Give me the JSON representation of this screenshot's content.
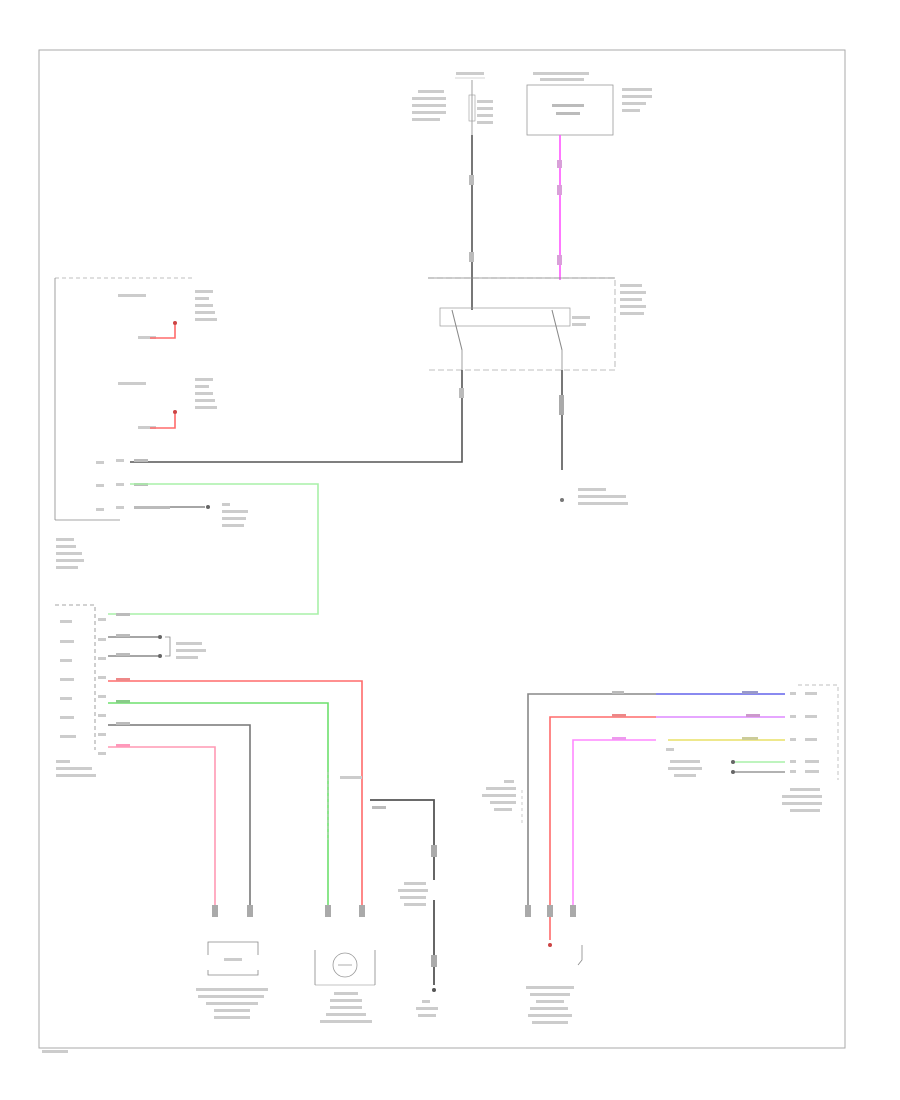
{
  "diagram": {
    "footer_label": "",
    "wire_colors": {
      "black": "#555555",
      "red": "#ff6b6b",
      "pink": "#ff99b4",
      "green": "#6ee06e",
      "light_green": "#a8f0a8",
      "magenta": "#ff55ff",
      "violet": "#dd88ff",
      "blue": "#7777ff",
      "yellow": "#e8e066",
      "gray": "#aaaaaa"
    },
    "components": [
      {
        "id": "top-fuse-left",
        "text": ""
      },
      {
        "id": "top-relay-box",
        "text": ""
      },
      {
        "id": "stop-light-switch",
        "text": ""
      },
      {
        "id": "left-switch-assembly",
        "text": ""
      },
      {
        "id": "ecu-connector",
        "text": ""
      },
      {
        "id": "bottom-sensor-1",
        "text": ""
      },
      {
        "id": "bottom-sensor-2",
        "text": ""
      },
      {
        "id": "bottom-ground",
        "text": ""
      },
      {
        "id": "bottom-sensor-3",
        "text": ""
      },
      {
        "id": "right-connector",
        "text": ""
      }
    ]
  }
}
